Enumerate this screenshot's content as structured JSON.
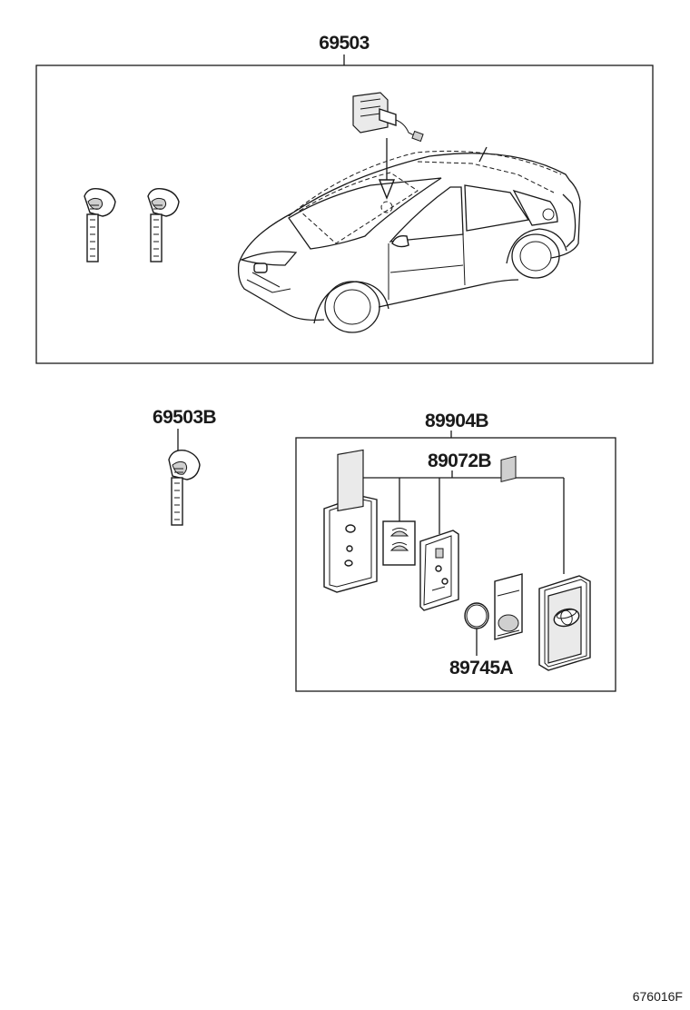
{
  "diagram": {
    "labels": {
      "lock_set": "69503",
      "key_blank": "69503B",
      "remote_assembly": "89904B",
      "transmitter_case": "89072B",
      "battery": "89745A"
    },
    "drawing_code": "676016F"
  },
  "colors": {
    "ink": "#1a1a1a",
    "background": "#ffffff"
  }
}
